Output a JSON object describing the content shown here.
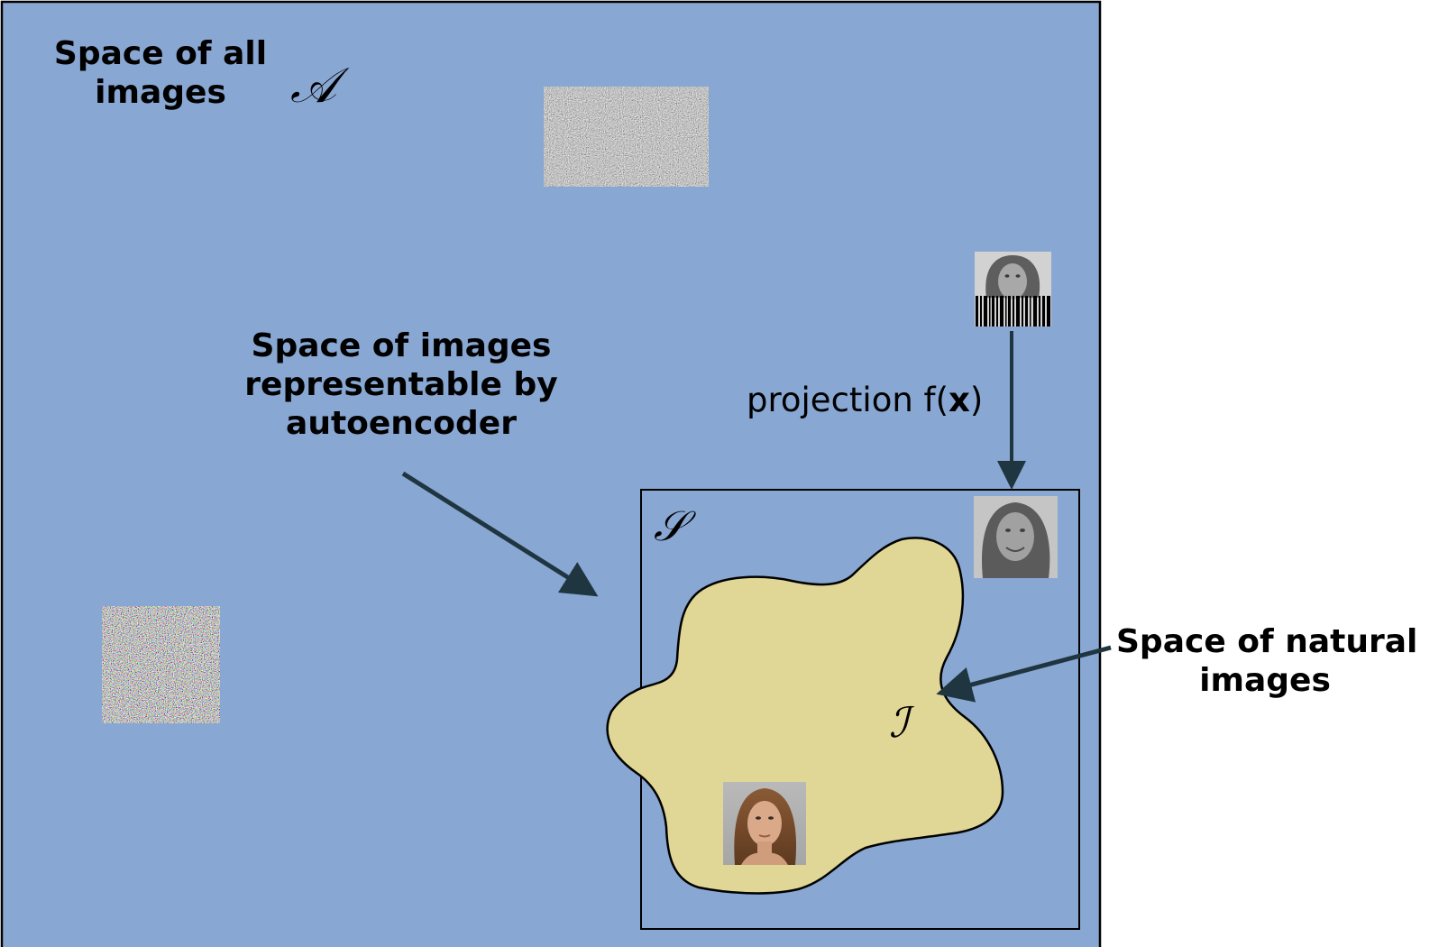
{
  "labels": {
    "all_images": [
      "Space of all",
      "images"
    ],
    "autoencoder_space": [
      "Space of images",
      "representable by",
      "autoencoder"
    ],
    "natural_images": [
      "Space of natural",
      "images"
    ],
    "projection_text": "projection f(",
    "projection_var": "x",
    "projection_close": ")"
  },
  "symbols": {
    "all": "𝒜",
    "representable": "𝒮",
    "natural": "ℐ"
  },
  "colors": {
    "outer_fill": "#88a7d2",
    "blob_fill": "#e0d695",
    "arrow": "#1f3540",
    "stroke": "#000000"
  },
  "thumbnails": [
    {
      "name": "gray-noise-image"
    },
    {
      "name": "color-noise-image"
    },
    {
      "name": "barcode-corrupted-face-image"
    },
    {
      "name": "projected-face-image"
    },
    {
      "name": "natural-face-image"
    }
  ]
}
